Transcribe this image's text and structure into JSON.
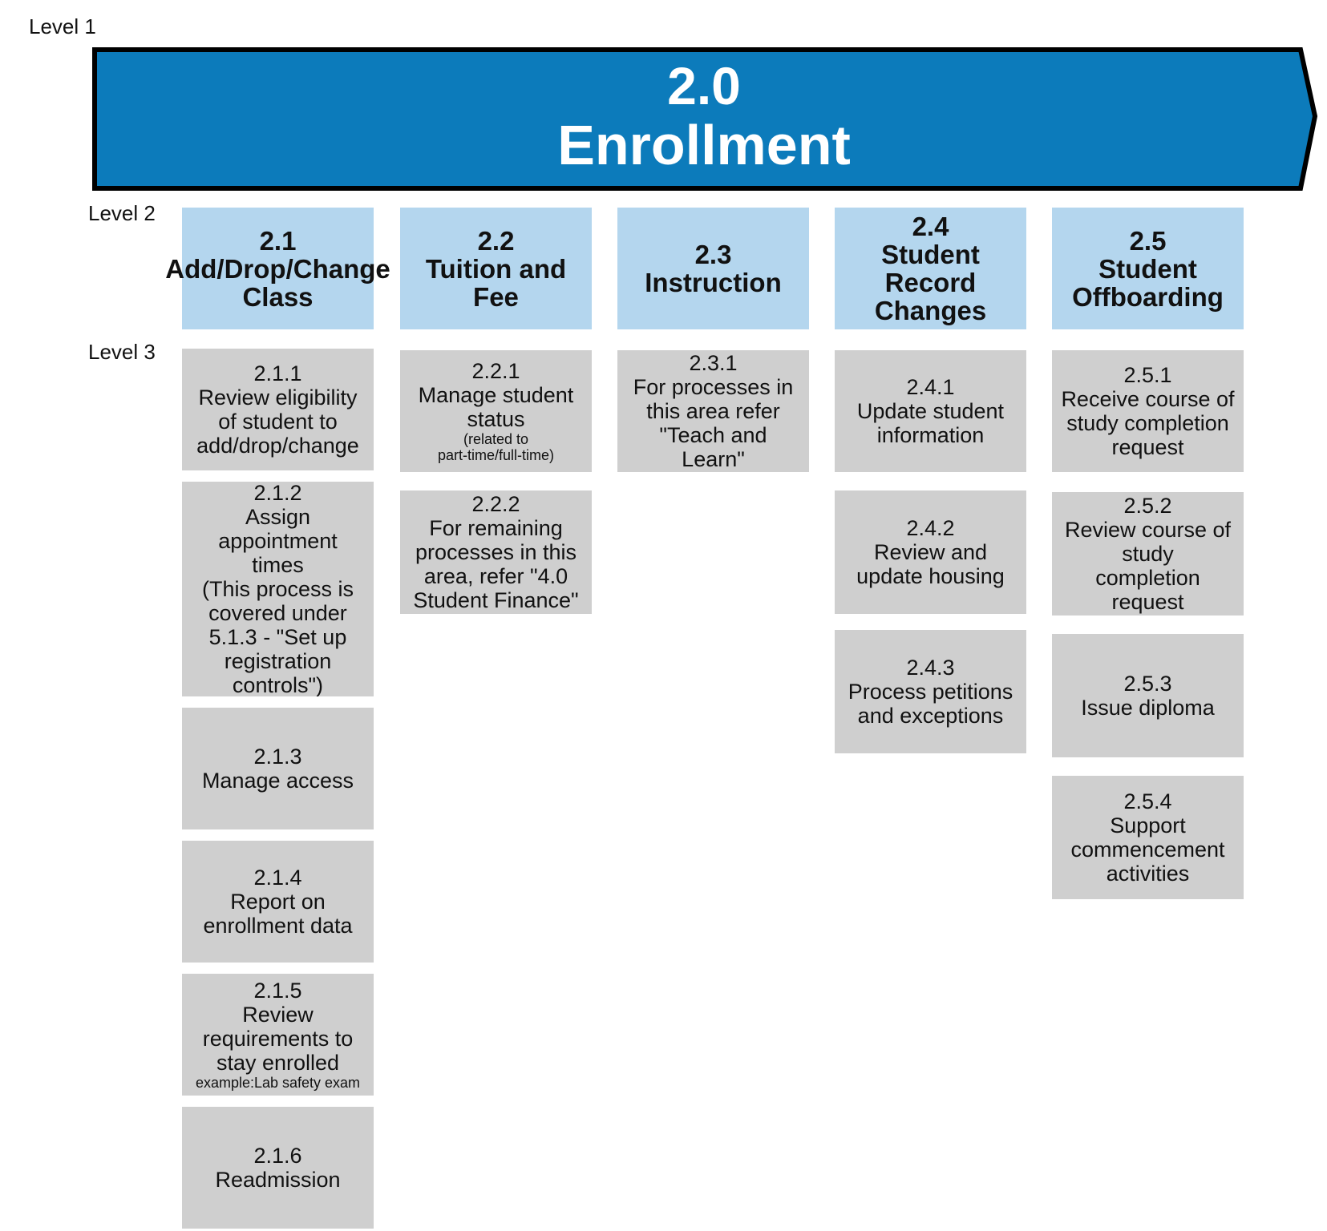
{
  "labels": {
    "level1": "Level 1",
    "level2": "Level 2",
    "level3": "Level 3"
  },
  "banner": {
    "number": "2.0",
    "title": "Enrollment",
    "color": "#0c7bbb"
  },
  "colors": {
    "level2_fill": "#b4d6ee",
    "level3_fill": "#cfcfcf"
  },
  "level2": [
    {
      "id": "2.1",
      "title": "Add/Drop/Change\nClass"
    },
    {
      "id": "2.2",
      "title": "Tuition and\nFee"
    },
    {
      "id": "2.3",
      "title": "Instruction"
    },
    {
      "id": "2.4",
      "title": "Student\nRecord\nChanges"
    },
    {
      "id": "2.5",
      "title": "Student\nOffboarding"
    }
  ],
  "level3": {
    "c1": [
      {
        "id": "2.1.1",
        "text": "Review eligibility\nof student to\nadd/drop/change"
      },
      {
        "id": "2.1.2",
        "text": "Assign\nappointment\ntimes\n(This process is\ncovered under\n5.1.3 - \"Set up\nregistration\ncontrols\")"
      },
      {
        "id": "2.1.3",
        "text": "Manage access"
      },
      {
        "id": "2.1.4",
        "text": "Report on\nenrollment data"
      },
      {
        "id": "2.1.5",
        "text": "Review\nrequirements to\nstay enrolled",
        "note": "example:Lab safety exam"
      },
      {
        "id": "2.1.6",
        "text": "Readmission"
      }
    ],
    "c2": [
      {
        "id": "2.2.1",
        "text": "Manage student\nstatus",
        "note": "(related to\npart-time/full-time)"
      },
      {
        "id": "2.2.2",
        "text": "For remaining\nprocesses in this\narea, refer \"4.0\nStudent Finance\""
      }
    ],
    "c3": [
      {
        "id": "2.3.1",
        "text": "For processes in\nthis area refer\n\"Teach and\nLearn\""
      }
    ],
    "c4": [
      {
        "id": "2.4.1",
        "text": "Update student\ninformation"
      },
      {
        "id": "2.4.2",
        "text": "Review and\nupdate housing"
      },
      {
        "id": "2.4.3",
        "text": "Process petitions\nand exceptions"
      }
    ],
    "c5": [
      {
        "id": "2.5.1",
        "text": "Receive course of\nstudy completion\nrequest"
      },
      {
        "id": "2.5.2",
        "text": "Review course of\nstudy\ncompletion\nrequest"
      },
      {
        "id": "2.5.3",
        "text": "Issue diploma"
      },
      {
        "id": "2.5.4",
        "text": "Support\ncommencement\nactivities"
      }
    ]
  }
}
